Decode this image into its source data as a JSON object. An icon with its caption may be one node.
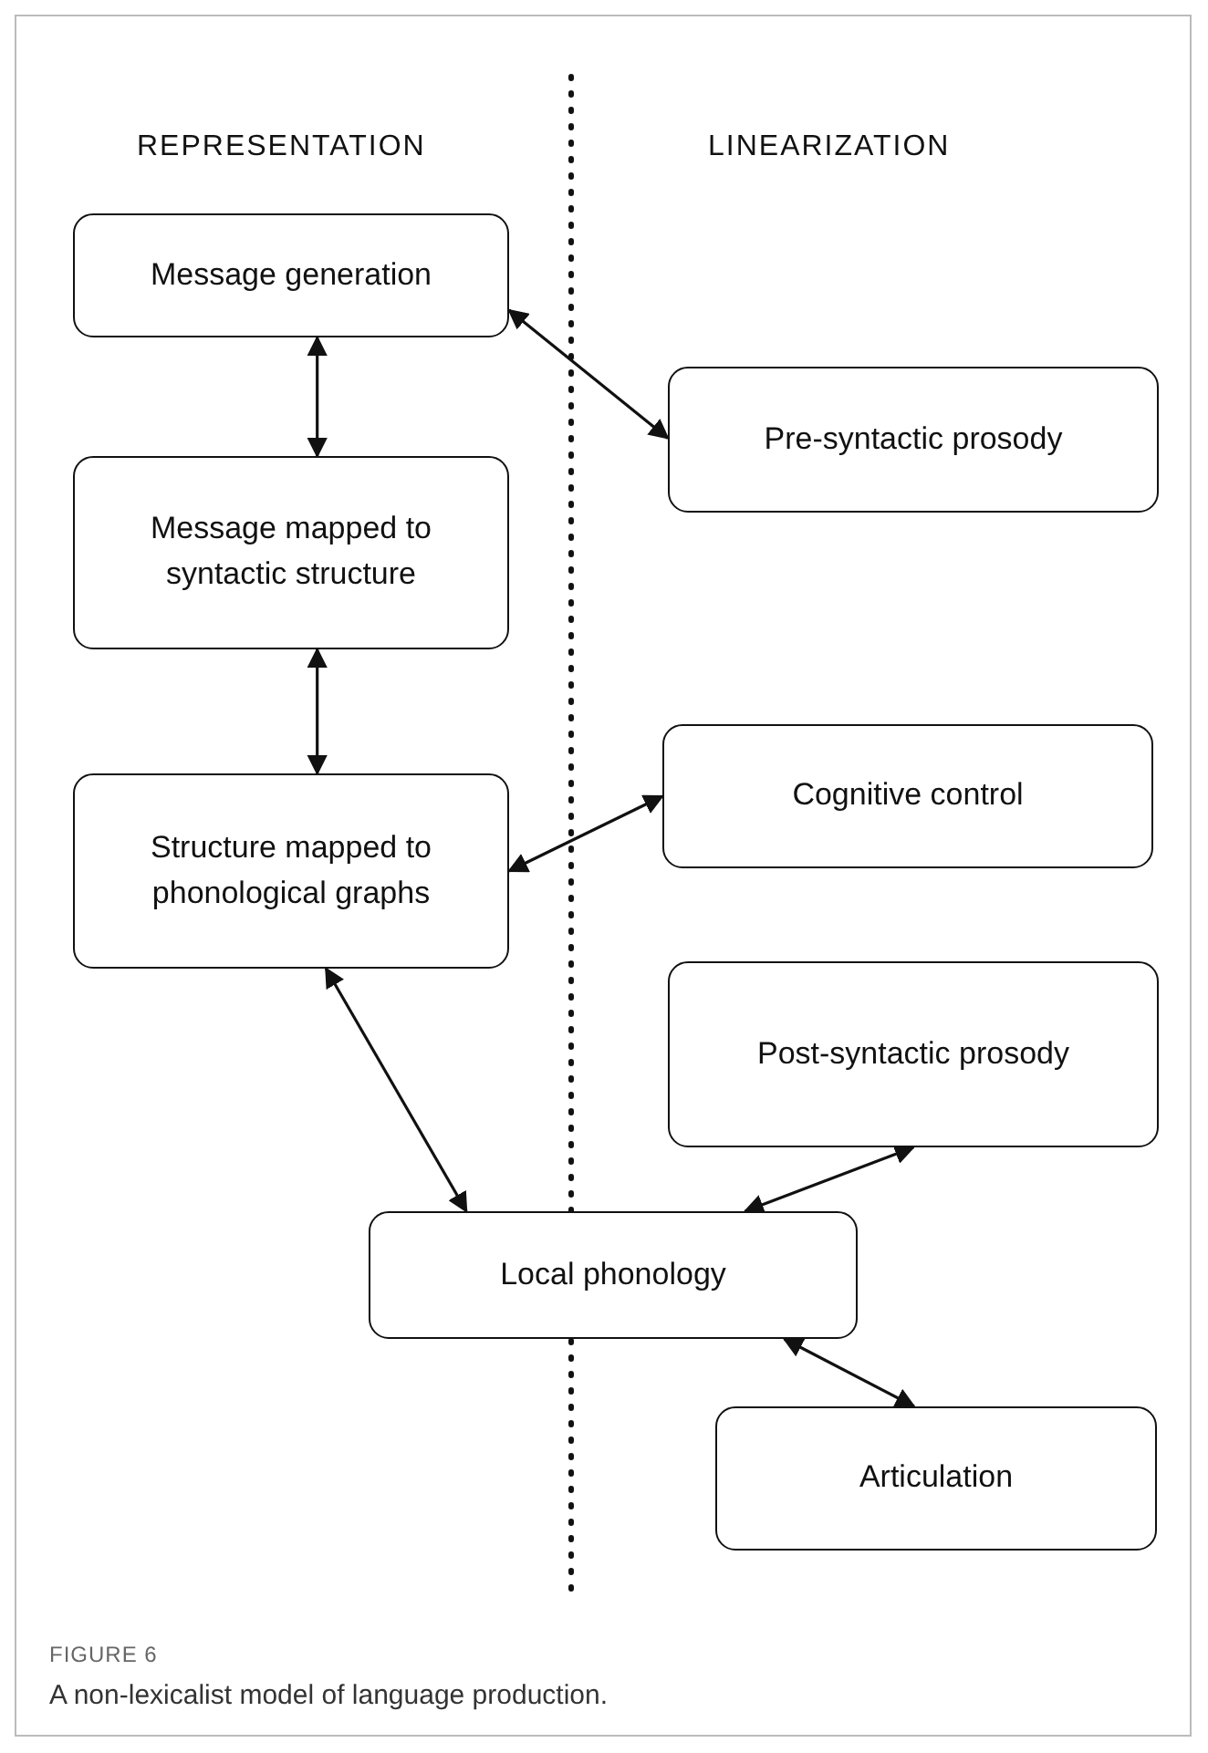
{
  "diagram": {
    "caption": "A non-lexicalist model of language production.",
    "nodes": [
      {
        "text": [
          "Message generation"
        ]
      },
      {
        "text": [
          "Pre-syntactic prosody"
        ]
      },
      {
        "text": [
          "Message mapped to syntactic structure"
        ]
      },
      {
        "text": [
          "Cognitive control"
        ]
      },
      {
        "text": [
          "Structure mapped to phonological graphs"
        ]
      },
      {
        "text": [
          "Post-syntactic prosody"
        ]
      },
      {
        "text": [
          "Local phonology"
        ]
      },
      {
        "text": [
          "Articulation"
        ]
      }
    ],
    "edges": [
      {
        "from": 0,
        "to": 1,
        "arrow": "both"
      },
      {
        "from": 0,
        "to": 2,
        "arrow": "both"
      },
      {
        "from": 2,
        "to": 4,
        "arrow": "both"
      },
      {
        "from": 3,
        "to": 4,
        "arrow": "both"
      },
      {
        "from": 4,
        "to": 6,
        "arrow": "both"
      },
      {
        "from": 5,
        "to": 6,
        "arrow": "both"
      },
      {
        "from": 6,
        "to": 7,
        "arrow": "both"
      }
    ],
    "labels": [
      "REPRESENTATION",
      "LINEARIZATION",
      "FIGURE 6"
    ]
  }
}
